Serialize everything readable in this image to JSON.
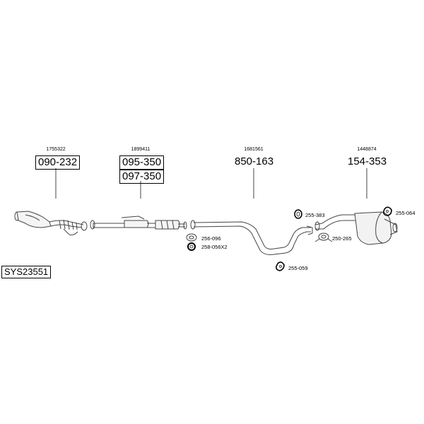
{
  "system_code": "SYS23551",
  "parts": [
    {
      "oe": "1755322",
      "number": "090-232"
    },
    {
      "oe": "1899411",
      "number": "095-350"
    },
    {
      "oe": "",
      "number": "097-350"
    },
    {
      "oe": "1681561",
      "number": "850-163"
    },
    {
      "oe": "1448874",
      "number": "154-353"
    }
  ],
  "accessories": [
    {
      "number": "256-096"
    },
    {
      "number": "258-056X2"
    },
    {
      "number": "255-059"
    },
    {
      "number": "255-383"
    },
    {
      "number": "250-265"
    },
    {
      "number": "255-064"
    }
  ]
}
